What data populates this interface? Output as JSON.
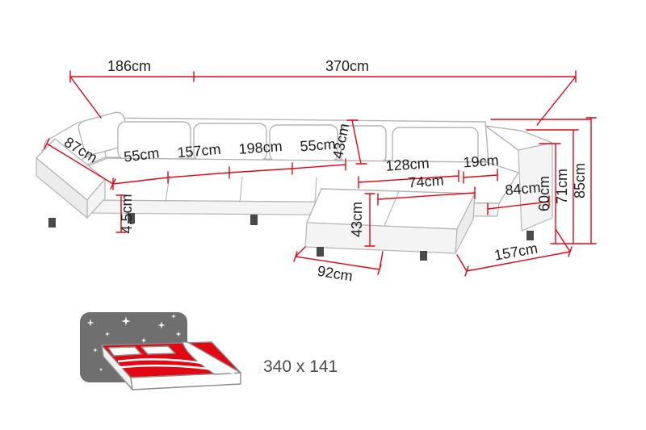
{
  "diagram": {
    "type": "sofa-dimension-drawing",
    "unit": "cm"
  },
  "dimensions": {
    "depth_left": "186cm",
    "width_total": "370cm",
    "arm_left_width": "87cm",
    "seat_left": "55cm",
    "section_left": "157cm",
    "section_middle": "198cm",
    "seat_middle": "55cm",
    "back_cushion": "43cm",
    "chaise_top_length": "128cm",
    "arm_right_width": "19cm",
    "ottoman_top_length": "74cm",
    "seat_depth_right": "84cm",
    "ottoman_height": "43cm",
    "leg_height": "4,5cm",
    "chaise_front_width": "92cm",
    "section_right_width": "157cm",
    "seat_height": "60cm",
    "arm_height": "71cm",
    "total_height": "85cm"
  },
  "sleeping_function": {
    "size": "340 x 141"
  },
  "colors": {
    "dimension_red": "#e30613",
    "outline_gray": "#b5b5b5",
    "leg_dark": "#4a4a4a",
    "text_dark": "#1d1d1b",
    "icon_gray": "#706f6f",
    "mattress_red": "#e30613"
  }
}
